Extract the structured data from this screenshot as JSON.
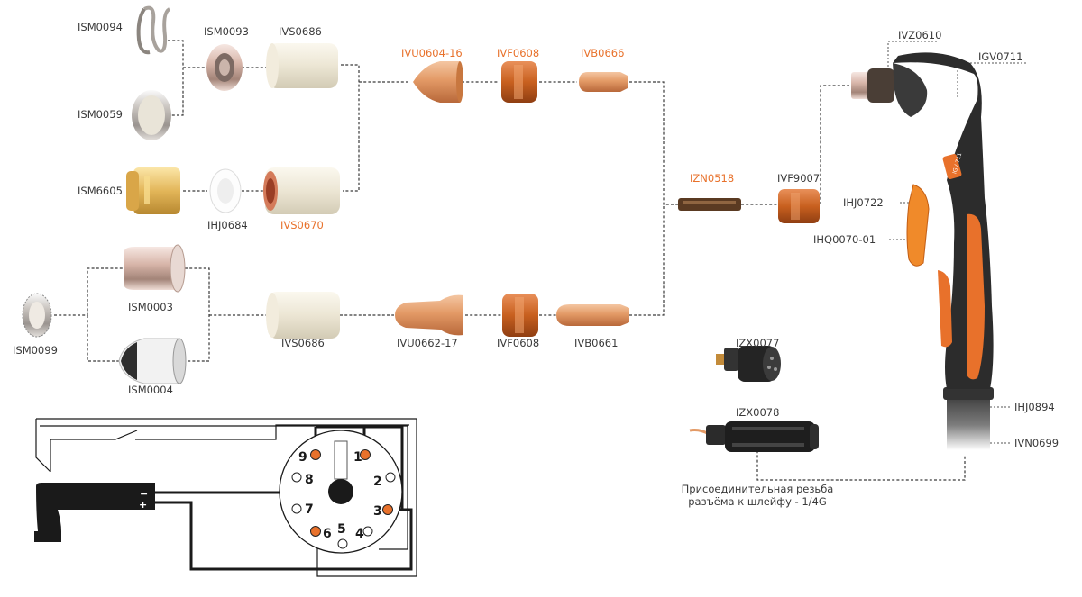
{
  "parts": {
    "ISM0094": "ISM0094",
    "ISM0059": "ISM0059",
    "ISM6605": "ISM6605",
    "ISM0093": "ISM0093",
    "IVS0686_top": "IVS0686",
    "IHJ0684": "IHJ0684",
    "IVS0670": "IVS0670",
    "IVU0604_16": "IVU0604-16",
    "IVF0608_top": "IVF0608",
    "IVB0666": "IVB0666",
    "ISM0003": "ISM0003",
    "ISM0004": "ISM0004",
    "ISM0099": "ISM0099",
    "IVS0686_bot": "IVS0686",
    "IVU0662_17": "IVU0662-17",
    "IVF0608_bot": "IVF0608",
    "IVB0661": "IVB0661",
    "IZN0518": "IZN0518",
    "IVF9007": "IVF9007",
    "IVZ0610": "IVZ0610",
    "IGV0711": "IGV0711",
    "IHJ0722": "IHJ0722",
    "IHQ0070_01": "IHQ0070-01",
    "IHJ0894": "IHJ0894",
    "IVN0699": "IVN0699",
    "IZX0077": "IZX0077",
    "IZX0078": "IZX0078"
  },
  "thread_note": {
    "line1": "Присоединительная резьба",
    "line2": "разъёма к шлейфу - 1/4G"
  },
  "torch_badge": "IGV 711",
  "wiring": {
    "pins": [
      "1",
      "2",
      "3",
      "4",
      "5",
      "6",
      "7",
      "8",
      "9"
    ],
    "polarity": {
      "minus": "−",
      "plus": "+"
    }
  },
  "colors": {
    "label": "#3a3a3a",
    "highlight_label": "#e8712b",
    "orange_part": "#e07a2e",
    "copper": "#d98a55",
    "ceramic": "#ece6d6",
    "torch_body": "#2b2b2b"
  }
}
